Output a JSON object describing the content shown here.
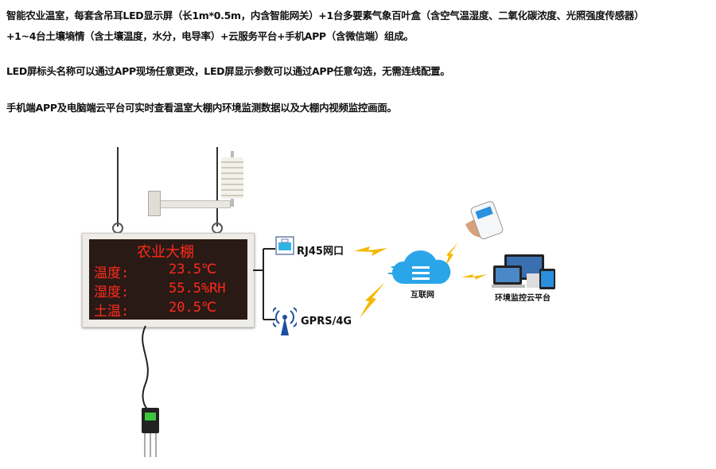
{
  "description_lines": [
    "智能农业温室，每套含吊耳LED显示屏（长1m*0.5m，内含智能网关）+1台多要素气象百叶盒（含空气温湿度、二氧化碳浓度、光照强度传感器）",
    "+1~4台土壤墒情（含土壤温度，水分，电导率）+云服务平台+手机APP（含微信端）组成。",
    "LED屏标头名称可以通过APP现场任意更改，LED屏显示参数可以通过APP任意勾选，无需连线配置。",
    "手机端APP及电脑端云平台可实时查看温室大棚内环境监测数据以及大棚内视频监控画面。"
  ],
  "led_display": {
    "title": "农业大棚",
    "rows": [
      {
        "label": "温度:",
        "value": "23.5℃"
      },
      {
        "label": "湿度:",
        "value": "55.5%RH"
      },
      {
        "label": "土温:",
        "value": "20.5℃"
      }
    ]
  },
  "connections": {
    "rj45": "RJ45网口",
    "gprs": "GPRS/4G"
  },
  "cloud_label": "互联网",
  "platform_label": "环境监控云平台",
  "colors": {
    "led_text": "#ff2a1a",
    "cloud": "#2aa6e8",
    "bolt": "#f5b800"
  }
}
